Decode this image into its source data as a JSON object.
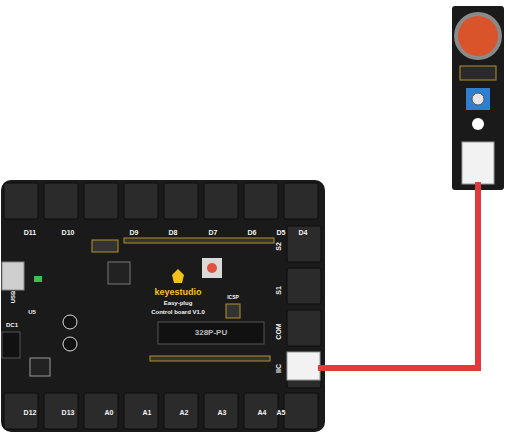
{
  "diagram": {
    "labels": [
      "D11",
      "D10",
      "D9",
      "D8",
      "D7",
      "D6",
      "D5",
      "D4",
      "S2",
      "S1",
      "COM",
      "IIC",
      "D12",
      "D13",
      "A0",
      "A1",
      "A2",
      "A3",
      "A4",
      "A5",
      "USB",
      "DC1",
      "U5",
      "keyestudio",
      "Easy-plug",
      "Control board V1.0",
      "328P-PU",
      "ICSP"
    ]
  }
}
